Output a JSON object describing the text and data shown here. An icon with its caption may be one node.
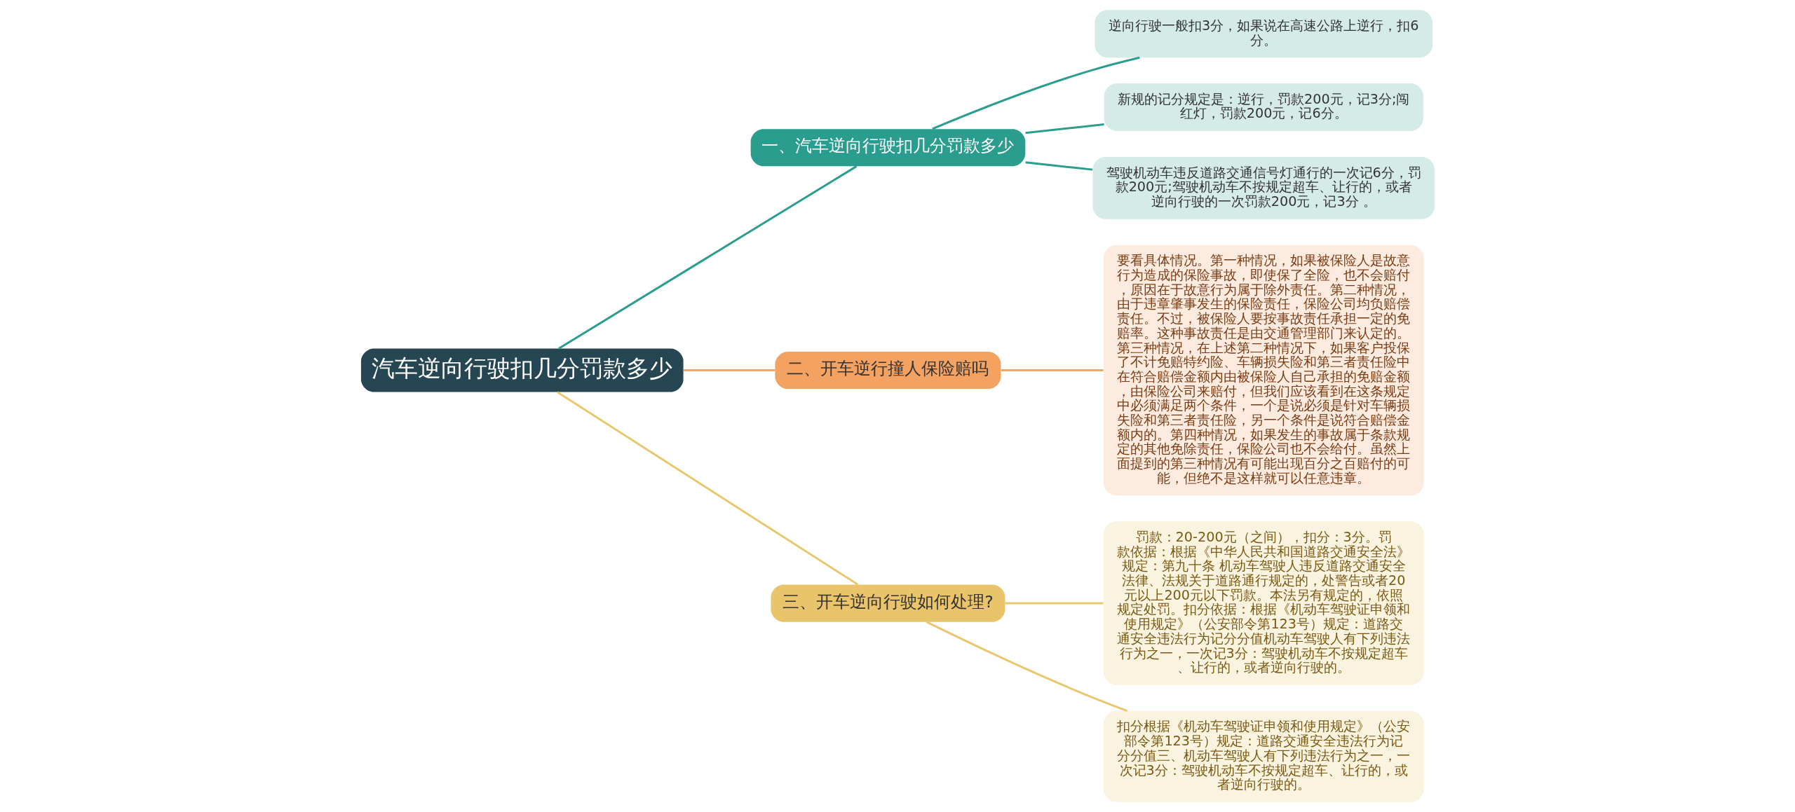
{
  "diagram": {
    "nodes": [
      {
        "text": [
          "汽车逆向行驶扣几分罚款多少"
        ]
      },
      {
        "text": [
          "一、汽车逆向行驶扣几分罚款多少"
        ]
      },
      {
        "text": [
          "逆向行驶一般扣3分，如果说在高速公路上逆行，扣6分。"
        ]
      },
      {
        "text": [
          "新规的记分规定是：逆行，罚款200元，记3分;闯红灯，罚款200元，记6分。"
        ]
      },
      {
        "text": [
          "驾驶机动车违反道路交通信号灯通行的一次记6分，罚款200元;驾驶机动车不按规定超车、让行的，或者逆向行驶的一次罚款200元，记3分 。"
        ]
      },
      {
        "text": [
          "二、开车逆行撞人保险赔吗"
        ]
      },
      {
        "text": [
          "要看具体情况。第一种情况，如果被保险人是故意行为造成的保险事故，即使保了全险，也不会赔付，原因在于故意行为属于除外责任。第二种情况，由于违章肇事发生的保险责任，保险公司均负赔偿责任。不过，被保险人要按事故责任承担一定的免赔率。这种事故责任是由交通管理部门来认定的。第三种情况，在上述第二种情况下，如果客户投保了不计免赔特约险、车辆损失险和第三者责任险中在符合赔偿金额内由被保险人自己承担的免赔金额，由保险公司来赔付，但我们应该看到在这条规定中必须满足两个条件，一个是说必须是针对车辆损失险和第三者责任险，另一个条件是说符合赔偿金额内的。第四种情况，如果发生的事故属于条款规定的其他免除责任，保险公司也不会给付。虽然上面提到的第三种情况有可能出现百分之百赔付的可能，但绝不是这样就可以任意违章。"
        ]
      },
      {
        "text": [
          "三、开车逆向行驶如何处理?"
        ]
      },
      {
        "text": [
          "罚款：20-200元（之间），扣分：3分。罚款依据：根据《中华人民共和国道路交通安全法》规定：第九十条 机动车驾驶人违反道路交通安全法律、法规关于道路通行规定的，处警告或者20元以上200元以下罚款。本法另有规定的，依照规定处罚。扣分依据：根据《机动车驾驶证申领和使用规定》（公安部令第123号）规定：道路交通安全违法行为记分分值机动车驾驶人有下列违法行为之一，一次记3分：驾驶机动车不按规定超车、让行的，或者逆向行驶的。"
        ]
      },
      {
        "text": [
          "扣分根据《机动车驾驶证申领和使用规定》（公安部令第123号）规定：道路交通安全违法行为记分分值三、机动车驾驶人有下列违法行为之一，一次记3分：驾驶机动车不按规定超车、让行的，或者逆向行驶的。"
        ]
      }
    ],
    "edges": [
      {
        "from": 0,
        "to": 1,
        "arrow": "none"
      },
      {
        "from": 1,
        "to": 2,
        "arrow": "none"
      },
      {
        "from": 1,
        "to": 3,
        "arrow": "none"
      },
      {
        "from": 1,
        "to": 4,
        "arrow": "none"
      },
      {
        "from": 0,
        "to": 5,
        "arrow": "none",
        "color": "#f0a868"
      },
      {
        "from": 5,
        "to": 6,
        "arrow": "none",
        "color": "#f0a868"
      },
      {
        "from": 0,
        "to": 7,
        "arrow": "none",
        "color": "#e8c86e"
      },
      {
        "from": 7,
        "to": 8,
        "arrow": "none",
        "color": "#e8c86e"
      },
      {
        "from": 7,
        "to": 9,
        "arrow": "none",
        "color": "#e8c86e"
      }
    ]
  }
}
